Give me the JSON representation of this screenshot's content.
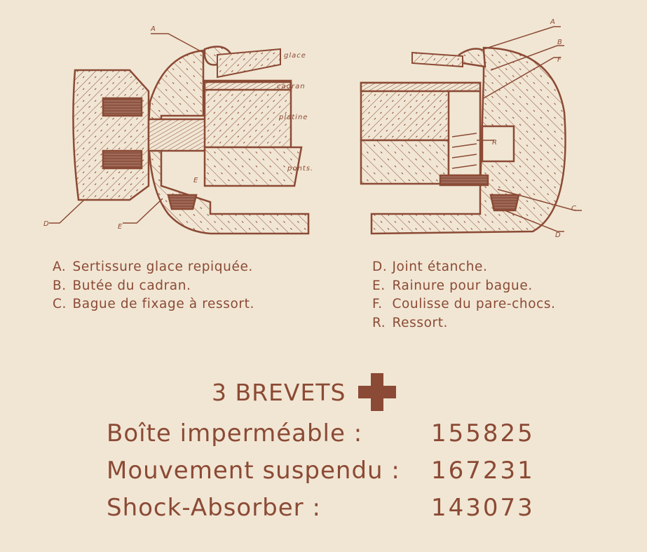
{
  "diagram_left": {
    "labels": {
      "a": "A",
      "glace": "glace",
      "cadran": "cadran",
      "platine": "platine",
      "ponts": "ponts.",
      "d": "D",
      "e_outer": "E",
      "e_inner": "E"
    }
  },
  "diagram_right": {
    "labels": {
      "a": "A",
      "b": "B",
      "f": "F",
      "r": "R",
      "c": "C",
      "d": "D"
    }
  },
  "legend": {
    "left": [
      {
        "key": "A.",
        "text": "Sertissure glace repiquée."
      },
      {
        "key": "B.",
        "text": "Butée du cadran."
      },
      {
        "key": "C.",
        "text": "Bague de fixage à ressort."
      }
    ],
    "right": [
      {
        "key": "D.",
        "text": "Joint étanche."
      },
      {
        "key": "E.",
        "text": "Rainure pour bague."
      },
      {
        "key": "F.",
        "text": "Coulisse du pare-chocs."
      },
      {
        "key": "R.",
        "text": "Ressort."
      }
    ]
  },
  "brevets": {
    "title": "3 BREVETS",
    "items": [
      {
        "label": "Boîte imperméable :",
        "number": "155825"
      },
      {
        "label": "Mouvement suspendu :",
        "number": "167231"
      },
      {
        "label": "Shock-Absorber :",
        "number": "143073"
      }
    ]
  },
  "colors": {
    "ink": "#8b4a35",
    "paper": "#f1e6d4"
  }
}
